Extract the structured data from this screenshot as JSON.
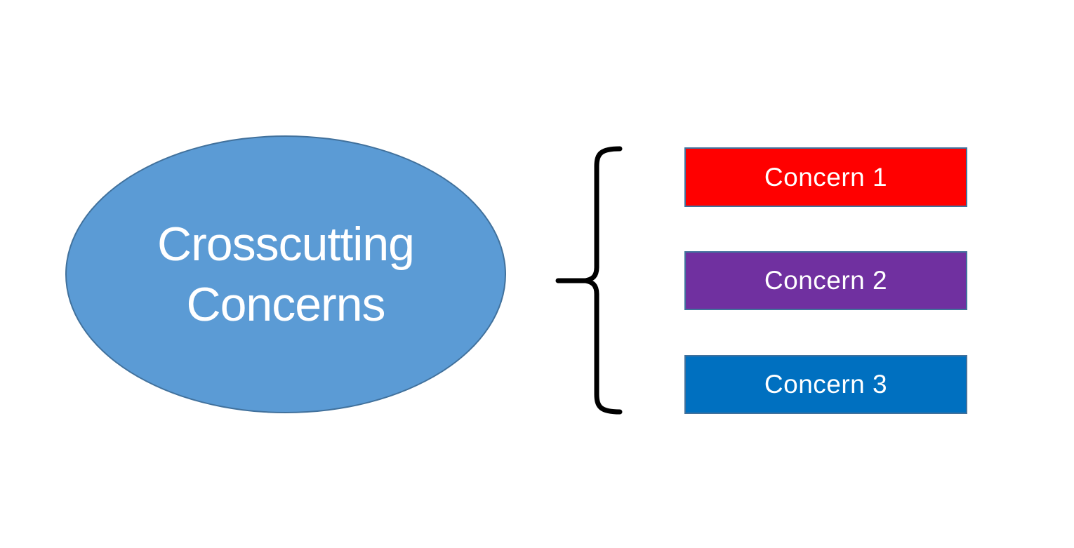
{
  "diagram": {
    "title_shape": {
      "label": "Crosscutting Concerns",
      "line1": "Crosscutting",
      "line2": "Concerns",
      "fill": "#5B9BD5",
      "border_color": "#41719C",
      "text_color": "#FFFFFF"
    },
    "brace": {
      "shape": "left-curly-brace",
      "color": "#000000"
    },
    "concerns": [
      {
        "label": "Concern 1",
        "fill": "#FF0000",
        "border_color": "#41719C",
        "text_color": "#FFFFFF"
      },
      {
        "label": "Concern 2",
        "fill": "#7030A0",
        "border_color": "#41719C",
        "text_color": "#FFFFFF"
      },
      {
        "label": "Concern 3",
        "fill": "#0070C0",
        "border_color": "#41719C",
        "text_color": "#FFFFFF"
      }
    ]
  }
}
